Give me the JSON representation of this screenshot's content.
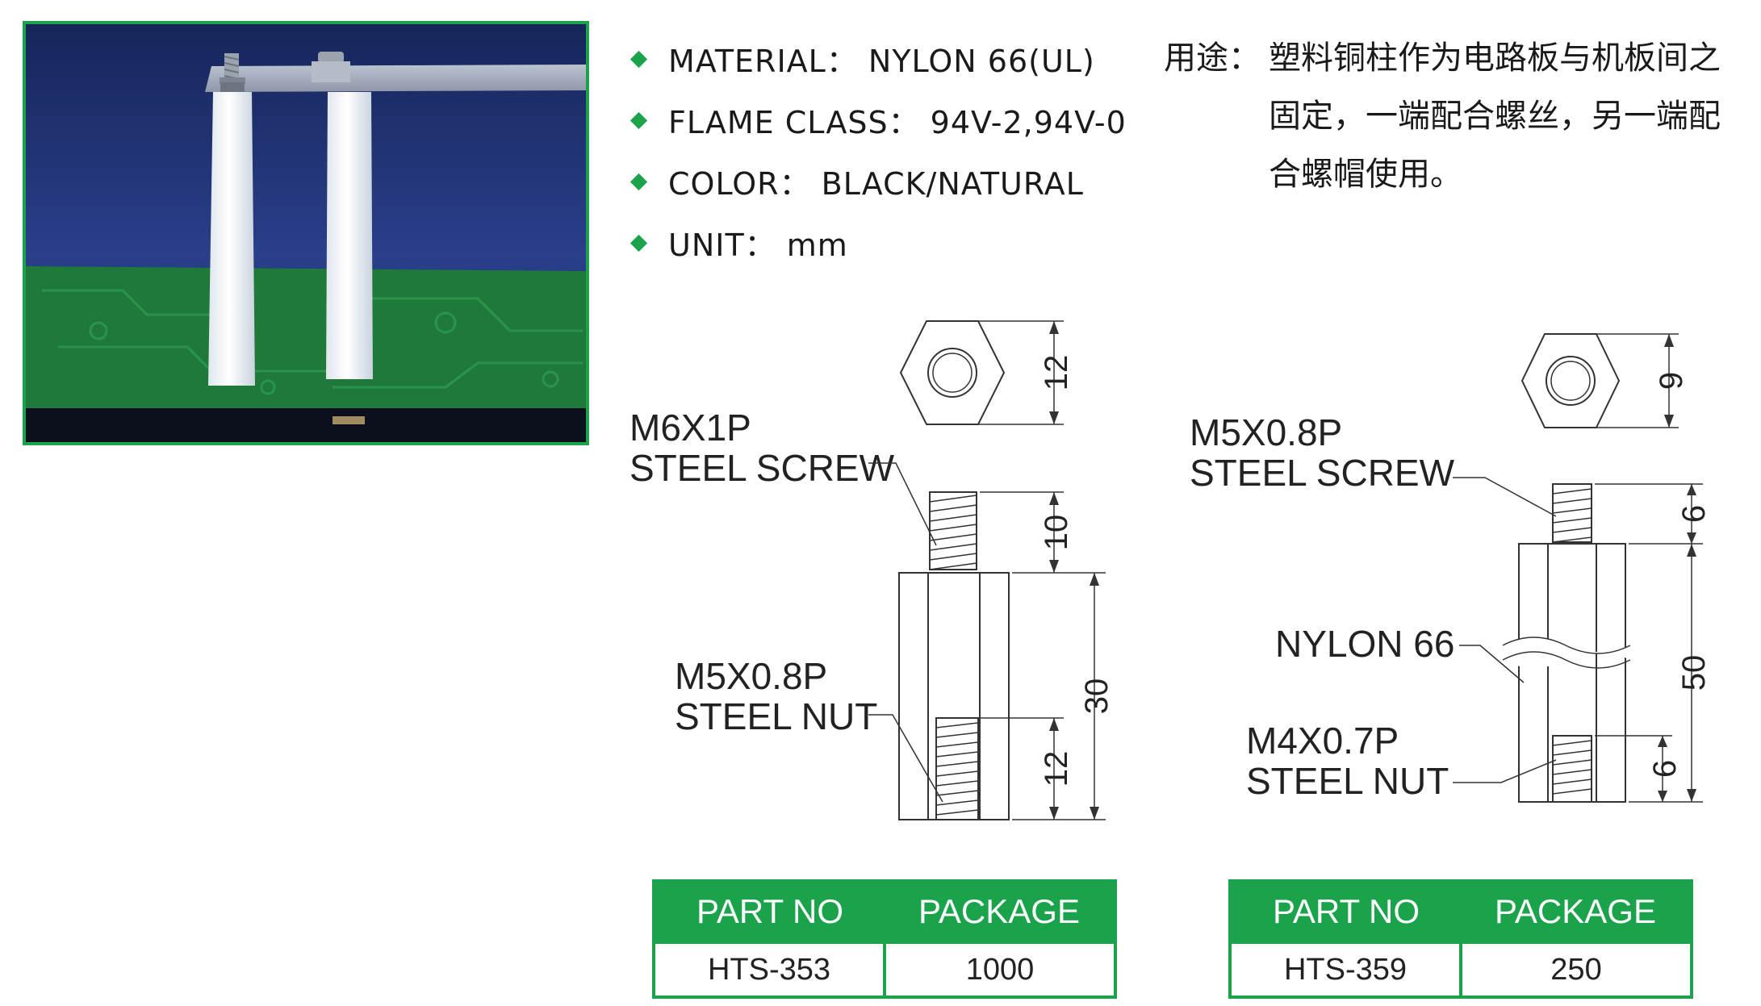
{
  "specs": [
    {
      "label": "MATERIAL： NYLON 66(UL)"
    },
    {
      "label": "FLAME CLASS： 94V-2,94V-0"
    },
    {
      "label": "COLOR： BLACK/NATURAL"
    },
    {
      "label": "UNIT： mm"
    }
  ],
  "usage": {
    "label": "用途：",
    "text": "塑料铜柱作为电路板与机板间之固定，一端配合螺丝，另一端配合螺帽使用。"
  },
  "drawing1": {
    "screw_size": "M6X1P",
    "screw_label": "STEEL  SCREW",
    "nut_size": "M5X0.8P",
    "nut_label": "STEEL  NUT",
    "dim_hex": "12",
    "dim_screw": "10",
    "dim_body": "30",
    "dim_nut": "12"
  },
  "drawing2": {
    "screw_size": "M5X0.8P",
    "screw_label": "STEEL  SCREW",
    "material_label": "NYLON 66",
    "nut_size": "M4X0.7P",
    "nut_label": "STEEL  NUT",
    "dim_hex": "9",
    "dim_screw": "6",
    "dim_body": "50",
    "dim_nut": "6"
  },
  "table1": {
    "headers": [
      "PART NO",
      "PACKAGE"
    ],
    "row": [
      "HTS-353",
      "1000"
    ]
  },
  "table2": {
    "headers": [
      "PART NO",
      "PACKAGE"
    ],
    "row": [
      "HTS-359",
      "250"
    ]
  },
  "colors": {
    "accent": "#1aa34a",
    "photo_background": "#1e2f6e",
    "pcb": "#1f7a3a"
  }
}
